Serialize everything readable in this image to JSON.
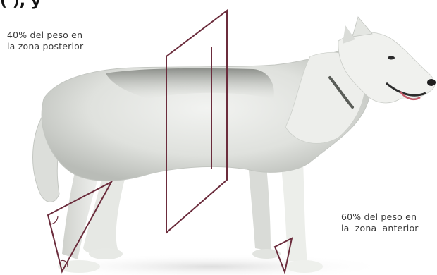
{
  "caption_fragment": "(                                                  ), y",
  "labels": {
    "posterior": {
      "line1": "40% del peso en",
      "line2": "la zona posterior"
    },
    "anterior": {
      "line1": "60% del peso en",
      "line2": "la  zona  anterior"
    }
  },
  "colors": {
    "plane_stroke": "#6b2c3c",
    "dog_fur_light": "#e9ebe8",
    "dog_fur_mid": "#c9ccc7",
    "dog_fur_dark": "#8e918c",
    "text": "#3a3a3a"
  }
}
